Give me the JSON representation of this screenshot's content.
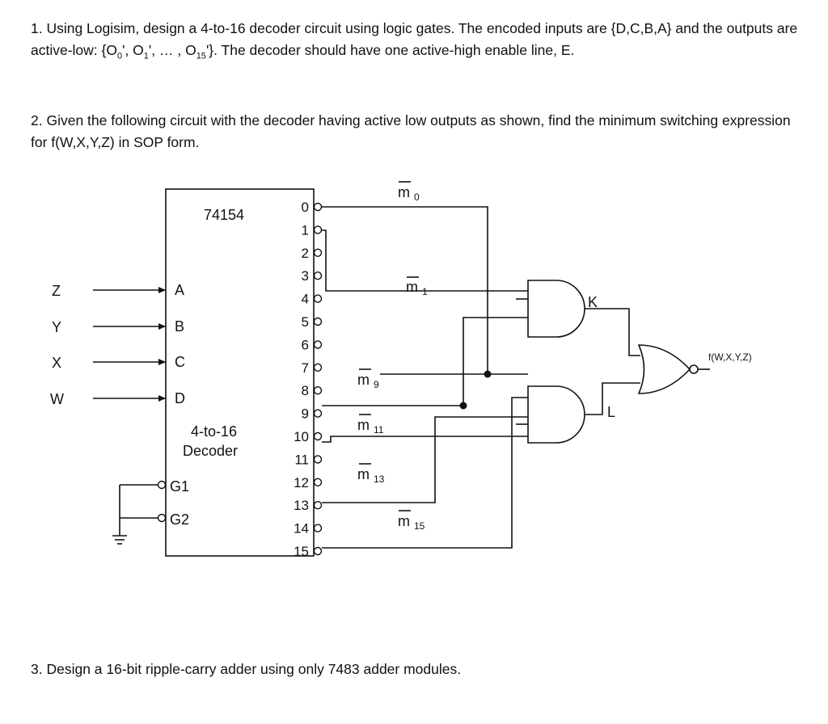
{
  "questions": {
    "q1": {
      "lead": "1. Using Logisim, design a 4-to-16 decoder circuit using logic gates. The encoded inputs are {D,C,B,A} and the outputs are active-low: {O",
      "s0": "0",
      "mid1": "', O",
      "s1": "1",
      "mid2": "', … , O",
      "s15": "15",
      "tail": "'}. The decoder should have one active-high enable line, E."
    },
    "q2": "2. Given the following circuit with the decoder having active low outputs as shown, find the minimum switching expression for f(W,X,Y,Z) in SOP form.",
    "q3": "3. Design a 16-bit ripple-carry adder using only 7483 adder modules."
  },
  "diagram": {
    "chip_name": "74154",
    "chip_type_line1": "4-to-16",
    "chip_type_line2": "Decoder",
    "output_numbers": [
      "0",
      "1",
      "2",
      "3",
      "4",
      "5",
      "6",
      "7",
      "8",
      "9",
      "10",
      "11",
      "12",
      "13",
      "14",
      "15"
    ],
    "input_pins": [
      "A",
      "B",
      "C",
      "D"
    ],
    "input_signals": [
      "Z",
      "Y",
      "X",
      "W"
    ],
    "enable_pins": [
      "G1",
      "G2"
    ],
    "minterm_letter": "m",
    "minterm_subscripts": [
      "0",
      "1",
      "9",
      "11",
      "13",
      "15"
    ],
    "gate_label_k": "K",
    "gate_label_l": "L",
    "output_label": "f(W,X,Y,Z)"
  }
}
